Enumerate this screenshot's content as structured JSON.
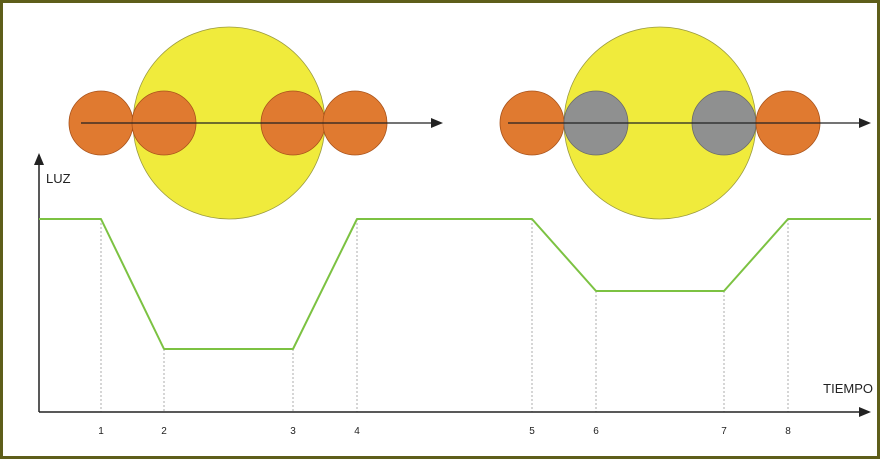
{
  "labels": {
    "y_axis": "LUZ",
    "x_axis": "TIEMPO"
  },
  "ticks": [
    "1",
    "2",
    "3",
    "4",
    "5",
    "6",
    "7",
    "8"
  ],
  "colors": {
    "border": "#5e5e1a",
    "star": "#f0eb3c",
    "planet": "#e07a30",
    "planet_shadowed": "#8f9090",
    "light_curve": "#7cc242",
    "axes": "#222222",
    "guides": "#9a9a9a"
  },
  "transits": [
    {
      "name": "primary",
      "planet_occulted": false
    },
    {
      "name": "secondary",
      "planet_occulted": true
    }
  ],
  "light_curve": {
    "levels": {
      "full": 1.0,
      "primary_minimum": 0.0,
      "secondary_minimum": 0.45
    }
  }
}
